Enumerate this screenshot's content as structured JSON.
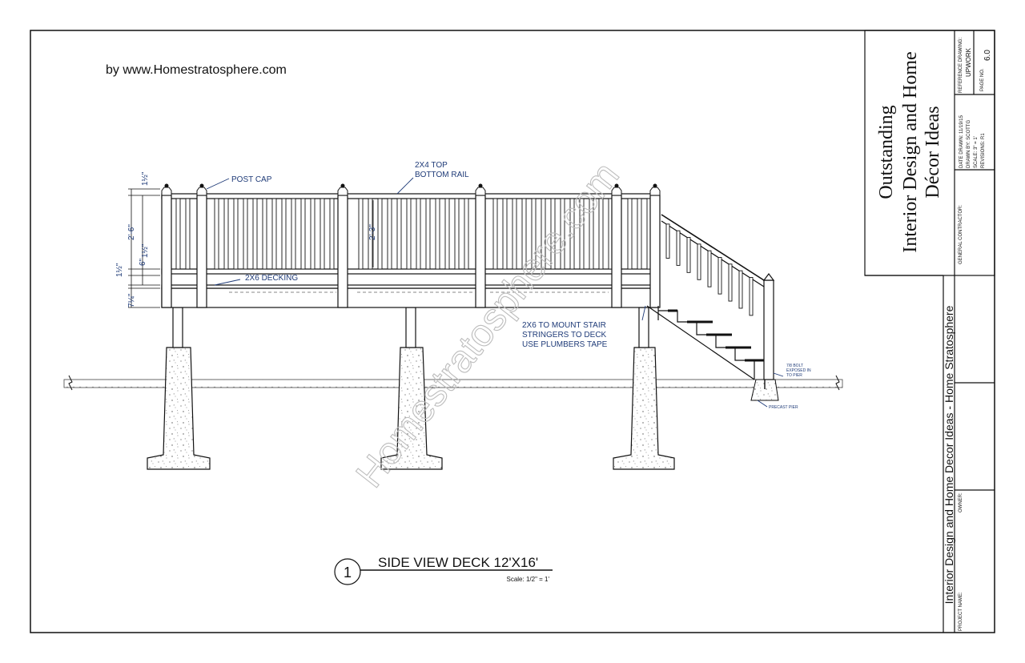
{
  "credit": "by www.Homestratosphere.com",
  "watermark": "Homestratosphere.com",
  "labels": {
    "post_cap": "POST CAP",
    "top_rail_1": "2X4 TOP",
    "top_rail_2": "BOTTOM RAIL",
    "decking": "2X6 DECKING",
    "stringer_1": "2X6 TO MOUNT STAIR",
    "stringer_2": "STRINGERS TO DECK",
    "stringer_3": "USE PLUMBERS TAPE",
    "bolt_1": "7/8 BOLT",
    "bolt_2": "EXPOSED IN",
    "bolt_3": "TO PIER",
    "precast_pier": "PRECAST PIER"
  },
  "dimensions": {
    "cap_height": "1½\"",
    "rail_span": "2'-6\"",
    "rail_gap": "1½\"",
    "gap_six": "6\"",
    "deck_thick": "1½\"",
    "joist": "7¼\"",
    "baluster_height": "2'-3\""
  },
  "view": {
    "number": "1",
    "title": "SIDE VIEW DECK 12'X16'",
    "scale": "Scale: 1/2\" = 1'"
  },
  "title_block": {
    "company_1": "Outstanding",
    "company_2": "Interior Design and Home",
    "company_3": "Décor Ideas",
    "project_banner": "Interior Design and Home Decor Ideas - Home Stratosphere",
    "reference_label": "REFERENCE DRAWING:",
    "reference_value": "UPWORK",
    "page_label": "PAGE NO.",
    "page_value": "6.0",
    "date_drawn": "DATE DRAWN: 11/19/15",
    "drawn_by": "DRAWN BY: SCOTTG",
    "scale": "SCALE: 3\" = 1'",
    "revisions": "REVISIONS: R1",
    "general_contractor": "GENERAL CONTRACTOR:",
    "owner": "OWNER:",
    "project_name": "PROJECT NAME:"
  }
}
